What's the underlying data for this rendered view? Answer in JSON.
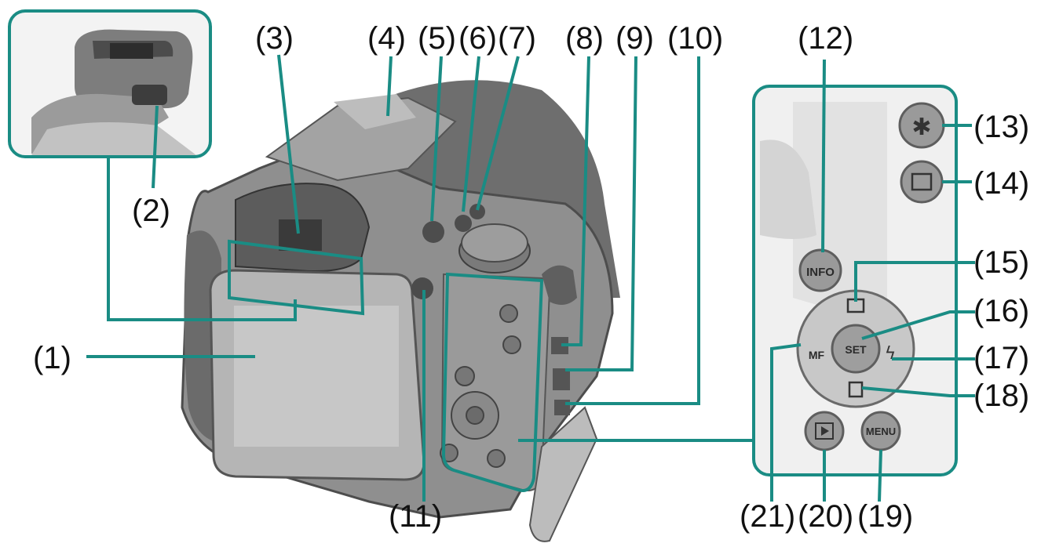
{
  "colors": {
    "leader": "#1a8c84",
    "camera_body": "#8c8c8c",
    "camera_dark": "#555555",
    "lcd": "#b9b9b9"
  },
  "labels": {
    "l1": "(1)",
    "l2": "(2)",
    "l3": "(3)",
    "l4": "(4)",
    "l5": "(5)",
    "l6": "(6)",
    "l7": "(7)",
    "l8": "(8)",
    "l9": "(9)",
    "l10": "(10)",
    "l11": "(11)",
    "l12": "(12)",
    "l13": "(13)",
    "l14": "(14)",
    "l15": "(15)",
    "l16": "(16)",
    "l17": "(17)",
    "l18": "(18)",
    "l19": "(19)",
    "l20": "(20)",
    "l21": "(21)"
  },
  "button_text": {
    "info": "INFO",
    "set": "SET",
    "menu": "MENU",
    "mf": "MF"
  },
  "icons": {
    "star": "star-icon",
    "af_area": "af-area-icon",
    "playback": "playback-icon",
    "flash": "flash-icon",
    "trash": "trash-icon",
    "exposure": "exposure-icon"
  }
}
